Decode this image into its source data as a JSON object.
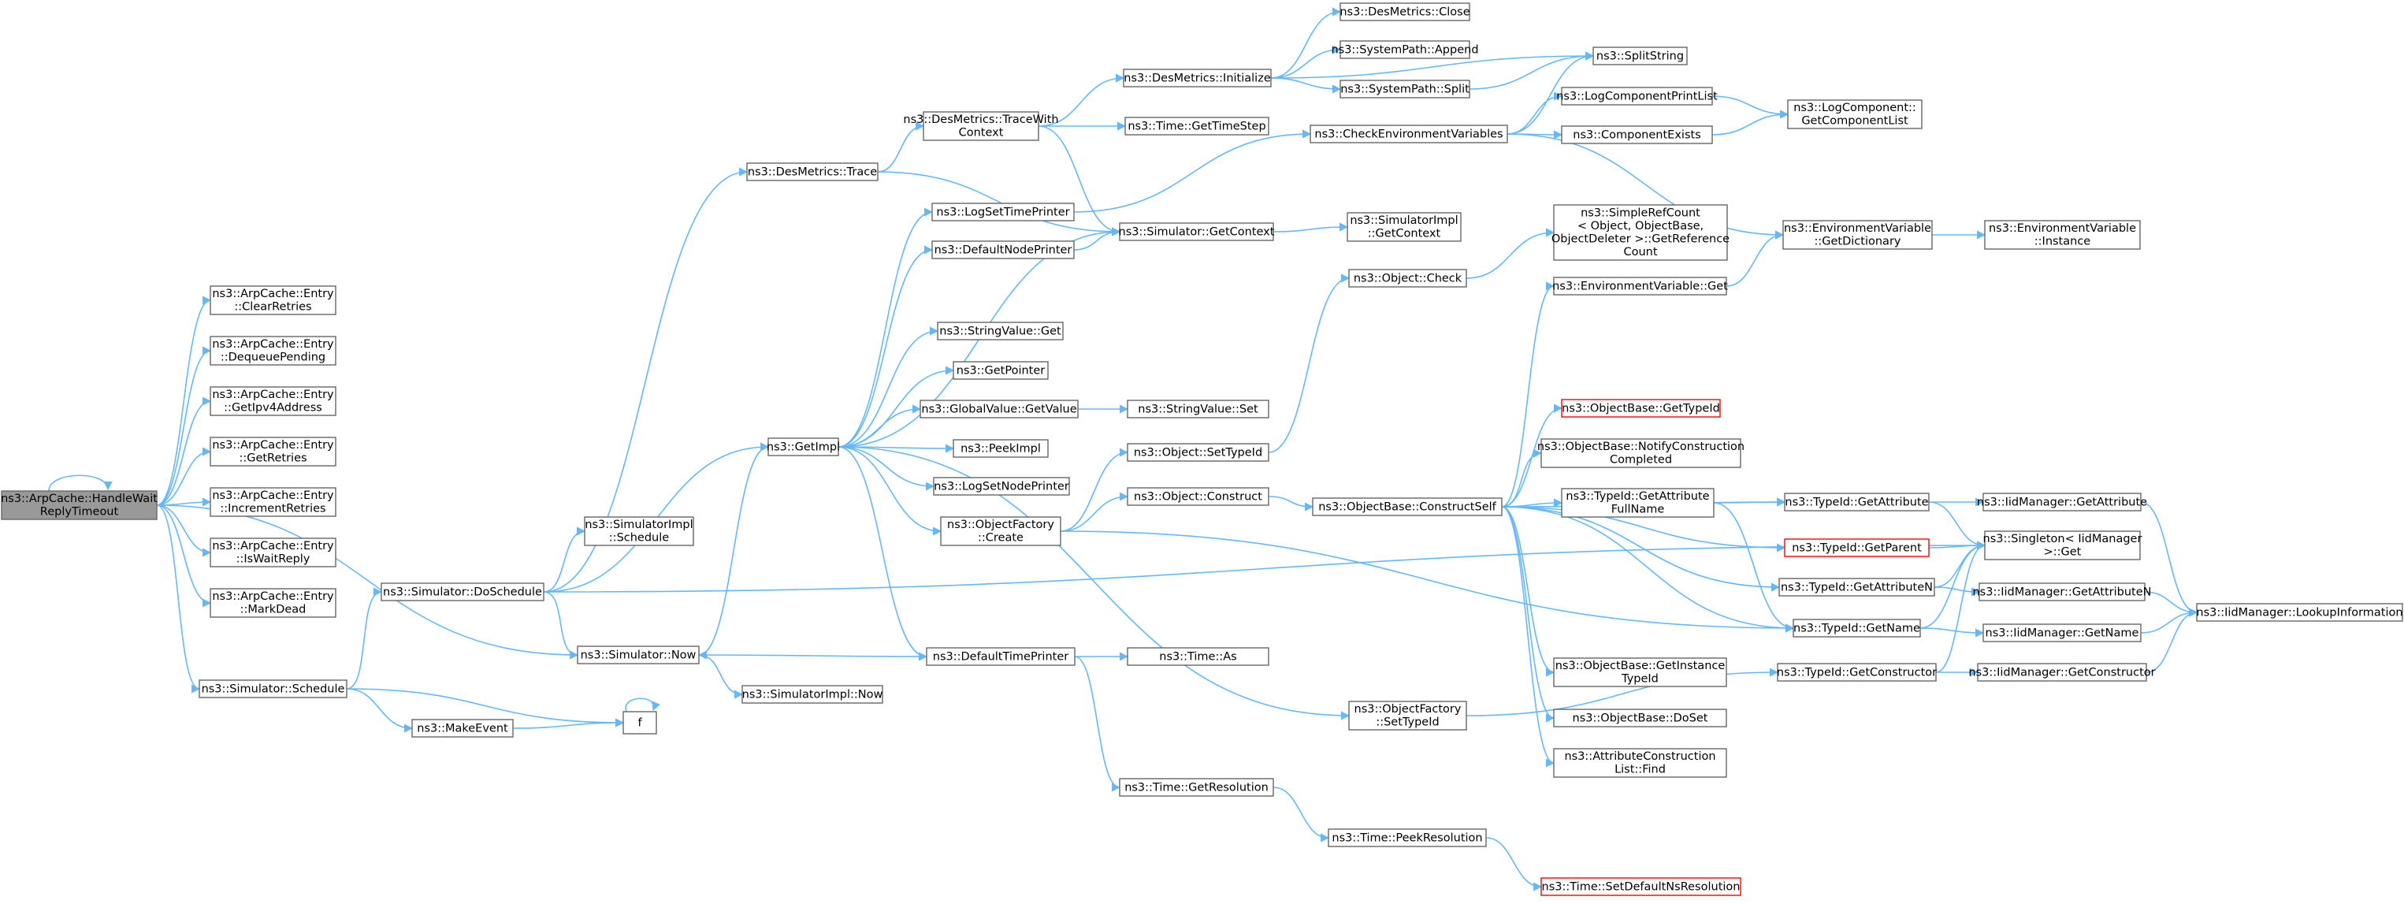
{
  "graph": {
    "edge_color": "#63b8ff",
    "node_border": "#666666",
    "root_fill": "#999999",
    "warn_border": "#ff0000",
    "nodes": [
      {
        "id": "root",
        "lines": [
          "ns3::ArpCache::HandleWait",
          "ReplyTimeout"
        ],
        "root": true
      },
      {
        "id": "clr",
        "lines": [
          "ns3::ArpCache::Entry",
          "::ClearRetries"
        ]
      },
      {
        "id": "deq",
        "lines": [
          "ns3::ArpCache::Entry",
          "::DequeuePending"
        ]
      },
      {
        "id": "gip",
        "lines": [
          "ns3::ArpCache::Entry",
          "::GetIpv4Address"
        ]
      },
      {
        "id": "gr",
        "lines": [
          "ns3::ArpCache::Entry",
          "::GetRetries"
        ]
      },
      {
        "id": "ir",
        "lines": [
          "ns3::ArpCache::Entry",
          "::IncrementRetries"
        ]
      },
      {
        "id": "iwr",
        "lines": [
          "ns3::ArpCache::Entry",
          "::IsWaitReply"
        ]
      },
      {
        "id": "md",
        "lines": [
          "ns3::ArpCache::Entry",
          "::MarkDead"
        ]
      },
      {
        "id": "ss",
        "lines": [
          "ns3::Simulator::Schedule"
        ]
      },
      {
        "id": "me",
        "lines": [
          "ns3::MakeEvent"
        ]
      },
      {
        "id": "f",
        "lines": [
          "f"
        ]
      },
      {
        "id": "sds",
        "lines": [
          "ns3::Simulator::DoSchedule"
        ]
      },
      {
        "id": "sis",
        "lines": [
          "ns3::SimulatorImpl",
          "::Schedule"
        ]
      },
      {
        "id": "snow",
        "lines": [
          "ns3::Simulator::Now"
        ]
      },
      {
        "id": "sinow",
        "lines": [
          "ns3::SimulatorImpl::Now"
        ]
      },
      {
        "id": "dmt",
        "lines": [
          "ns3::DesMetrics::Trace"
        ]
      },
      {
        "id": "gimpl",
        "lines": [
          "ns3::GetImpl"
        ]
      },
      {
        "id": "dmtwc",
        "lines": [
          "ns3::DesMetrics::TraceWith",
          "Context"
        ]
      },
      {
        "id": "dmi",
        "lines": [
          "ns3::DesMetrics::Initialize"
        ]
      },
      {
        "id": "dmc",
        "lines": [
          "ns3::DesMetrics::Close"
        ]
      },
      {
        "id": "spa",
        "lines": [
          "ns3::SystemPath::Append"
        ]
      },
      {
        "id": "sps",
        "lines": [
          "ns3::SystemPath::Split"
        ]
      },
      {
        "id": "split",
        "lines": [
          "ns3::SplitString"
        ]
      },
      {
        "id": "tgts",
        "lines": [
          "ns3::Time::GetTimeStep"
        ]
      },
      {
        "id": "lstp",
        "lines": [
          "ns3::LogSetTimePrinter"
        ]
      },
      {
        "id": "dnp",
        "lines": [
          "ns3::DefaultNodePrinter"
        ]
      },
      {
        "id": "sgc",
        "lines": [
          "ns3::Simulator::GetContext"
        ]
      },
      {
        "id": "sigc",
        "lines": [
          "ns3::SimulatorImpl",
          "::GetContext"
        ]
      },
      {
        "id": "cev",
        "lines": [
          "ns3::CheckEnvironmentVariables"
        ]
      },
      {
        "id": "lcpl",
        "lines": [
          "ns3::LogComponentPrintList"
        ]
      },
      {
        "id": "lcgcl",
        "lines": [
          "ns3::LogComponent::",
          "GetComponentList"
        ]
      },
      {
        "id": "ce",
        "lines": [
          "ns3::ComponentExists"
        ]
      },
      {
        "id": "evgd",
        "lines": [
          "ns3::EnvironmentVariable",
          "::GetDictionary"
        ]
      },
      {
        "id": "evi",
        "lines": [
          "ns3::EnvironmentVariable",
          "::Instance"
        ]
      },
      {
        "id": "src",
        "lines": [
          "ns3::SimpleRefCount",
          "< Object, ObjectBase,",
          "ObjectDeleter >::GetReference",
          "Count"
        ]
      },
      {
        "id": "ochk",
        "lines": [
          "ns3::Object::Check"
        ]
      },
      {
        "id": "evg",
        "lines": [
          "ns3::EnvironmentVariable::Get"
        ]
      },
      {
        "id": "svg",
        "lines": [
          "ns3::StringValue::Get"
        ]
      },
      {
        "id": "gp",
        "lines": [
          "ns3::GetPointer"
        ]
      },
      {
        "id": "gvgv",
        "lines": [
          "ns3::GlobalValue::GetValue"
        ]
      },
      {
        "id": "svs",
        "lines": [
          "ns3::StringValue::Set"
        ]
      },
      {
        "id": "pimpl",
        "lines": [
          "ns3::PeekImpl"
        ]
      },
      {
        "id": "lsnp",
        "lines": [
          "ns3::LogSetNodePrinter"
        ]
      },
      {
        "id": "ofc",
        "lines": [
          "ns3::ObjectFactory",
          "::Create"
        ]
      },
      {
        "id": "osti",
        "lines": [
          "ns3::Object::SetTypeId"
        ]
      },
      {
        "id": "oc",
        "lines": [
          "ns3::Object::Construct"
        ]
      },
      {
        "id": "obcs",
        "lines": [
          "ns3::ObjectBase::ConstructSelf"
        ]
      },
      {
        "id": "obgti",
        "lines": [
          "ns3::ObjectBase::GetTypeId"
        ],
        "warn": true
      },
      {
        "id": "obncc",
        "lines": [
          "ns3::ObjectBase::NotifyConstruction",
          "Completed"
        ]
      },
      {
        "id": "tgafn",
        "lines": [
          "ns3::TypeId::GetAttribute",
          "FullName"
        ]
      },
      {
        "id": "tga",
        "lines": [
          "ns3::TypeId::GetAttribute"
        ]
      },
      {
        "id": "imga",
        "lines": [
          "ns3::IidManager::GetAttribute"
        ]
      },
      {
        "id": "tgp",
        "lines": [
          "ns3::TypeId::GetParent"
        ],
        "warn": true
      },
      {
        "id": "sig",
        "lines": [
          "ns3::Singleton< IidManager",
          ">::Get"
        ]
      },
      {
        "id": "tgan",
        "lines": [
          "ns3::TypeId::GetAttributeN"
        ]
      },
      {
        "id": "imgan",
        "lines": [
          "ns3::IidManager::GetAttributeN"
        ]
      },
      {
        "id": "imli",
        "lines": [
          "ns3::IidManager::LookupInformation"
        ]
      },
      {
        "id": "tgn",
        "lines": [
          "ns3::TypeId::GetName"
        ]
      },
      {
        "id": "imgn",
        "lines": [
          "ns3::IidManager::GetName"
        ]
      },
      {
        "id": "tgc",
        "lines": [
          "ns3::TypeId::GetConstructor"
        ]
      },
      {
        "id": "imgc",
        "lines": [
          "ns3::IidManager::GetConstructor"
        ]
      },
      {
        "id": "obgit",
        "lines": [
          "ns3::ObjectBase::GetInstance",
          "TypeId"
        ]
      },
      {
        "id": "obds",
        "lines": [
          "ns3::ObjectBase::DoSet"
        ]
      },
      {
        "id": "aclf",
        "lines": [
          "ns3::AttributeConstruction",
          "List::Find"
        ]
      },
      {
        "id": "ofsti",
        "lines": [
          "ns3::ObjectFactory",
          "::SetTypeId"
        ]
      },
      {
        "id": "dtp",
        "lines": [
          "ns3::DefaultTimePrinter"
        ]
      },
      {
        "id": "tas",
        "lines": [
          "ns3::Time::As"
        ]
      },
      {
        "id": "tgr",
        "lines": [
          "ns3::Time::GetResolution"
        ]
      },
      {
        "id": "tpr",
        "lines": [
          "ns3::Time::PeekResolution"
        ]
      },
      {
        "id": "tsdnr",
        "lines": [
          "ns3::Time::SetDefaultNsResolution"
        ],
        "warn": true
      }
    ]
  }
}
